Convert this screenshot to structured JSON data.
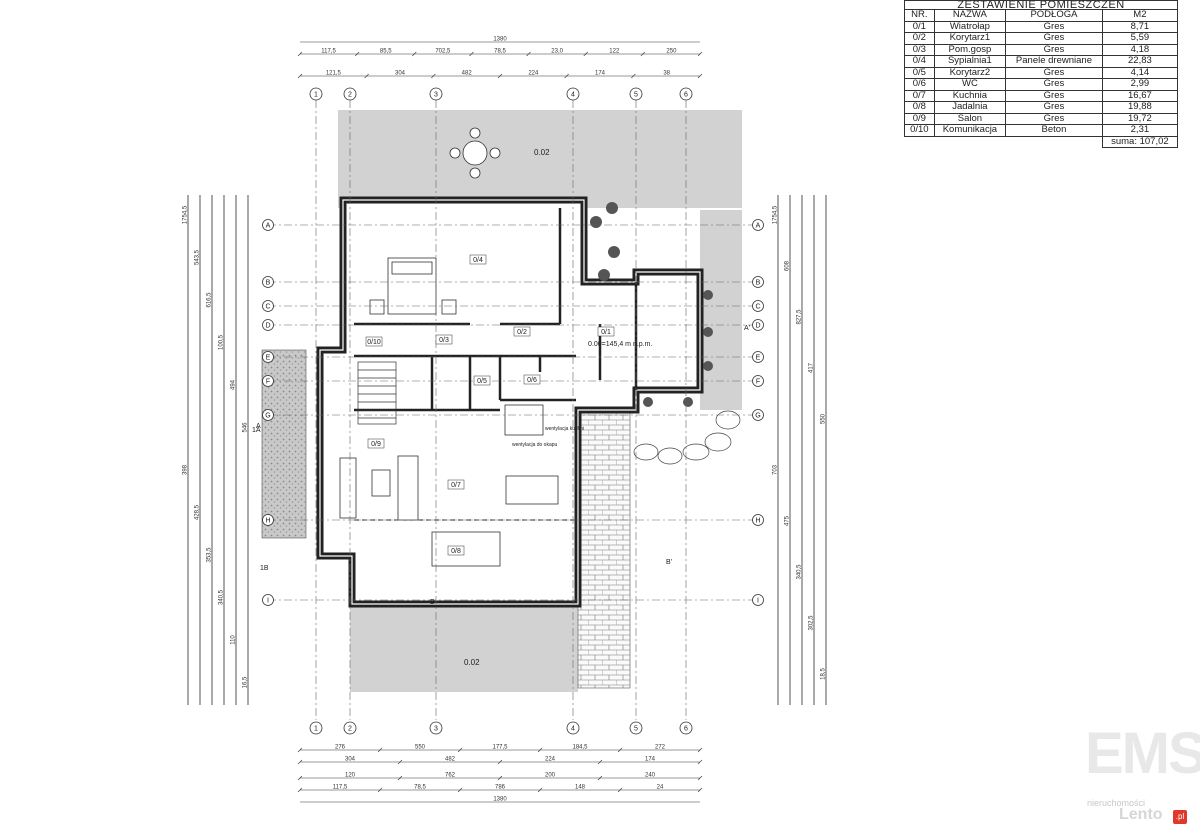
{
  "room_table": {
    "title": "ZESTAWIENIE POMIESZCZEŃ",
    "headers": [
      "NR.",
      "NAZWA",
      "PODŁOGA",
      "M2"
    ],
    "rows": [
      {
        "nr": "0/1",
        "name": "Wiatrołap",
        "floor": "Gres",
        "area": "8,71"
      },
      {
        "nr": "0/2",
        "name": "Korytarz1",
        "floor": "Gres",
        "area": "5,59"
      },
      {
        "nr": "0/3",
        "name": "Pom.gosp",
        "floor": "Gres",
        "area": "4,18"
      },
      {
        "nr": "0/4",
        "name": "Sypialnia1",
        "floor": "Panele drewniane",
        "area": "22,83"
      },
      {
        "nr": "0/5",
        "name": "Korytarz2",
        "floor": "Gres",
        "area": "4,14"
      },
      {
        "nr": "0/6",
        "name": "WC",
        "floor": "Gres",
        "area": "2,99"
      },
      {
        "nr": "0/7",
        "name": "Kuchnia",
        "floor": "Gres",
        "area": "16,67"
      },
      {
        "nr": "0/8",
        "name": "Jadalnia",
        "floor": "Gres",
        "area": "19,88"
      },
      {
        "nr": "0/9",
        "name": "Salon",
        "floor": "Gres",
        "area": "19,72"
      },
      {
        "nr": "0/10",
        "name": "Komunikacja",
        "floor": "Beton",
        "area": "2,31"
      }
    ],
    "sum_label": "suma: 107,02"
  },
  "plan": {
    "axes_vertical": [
      "1",
      "2",
      "3",
      "4",
      "5",
      "6"
    ],
    "axes_horizontal": [
      "A",
      "B",
      "C",
      "D",
      "E",
      "F",
      "G",
      "H",
      "I"
    ],
    "room_labels": [
      "0/1",
      "0/2",
      "0/3",
      "0/4",
      "0/5",
      "0/6",
      "0/7",
      "0/8",
      "0/9",
      "0/10"
    ],
    "slope_labels": [
      "0.02",
      "0.02"
    ],
    "level_label": "0.00=145,4 m n.p.m.",
    "notes": [
      "wentylacja kuchni",
      "wentylacja do okapu"
    ],
    "section_labels": [
      "A",
      "A'",
      "B",
      "B'",
      "1A",
      "1B"
    ],
    "dims_top": {
      "overall": "1380",
      "row1": [
        "117,5",
        "85,5",
        "702,5",
        "78,5",
        "23,0",
        "122",
        "250"
      ],
      "row2": [
        "121,5",
        "304",
        "482",
        "224",
        "174",
        "38"
      ]
    },
    "dims_bottom": {
      "row1": [
        "276",
        "550",
        "177,5",
        "184,5",
        "272"
      ],
      "row2": [
        "304",
        "482",
        "224",
        "174"
      ],
      "row3": [
        "120",
        "762",
        "200",
        "240"
      ],
      "row4": [
        "117,5",
        "78,5",
        "786",
        "148",
        "24"
      ],
      "overall": "1380"
    },
    "dims_left": [
      "1754,5",
      "543,5",
      "616,5",
      "100,5",
      "494",
      "546",
      "398",
      "428,5",
      "353,5",
      "340,5",
      "110",
      "16,5"
    ],
    "dims_right": [
      "1754,5",
      "608",
      "827,5",
      "417",
      "550",
      "703",
      "475",
      "340,5",
      "302,5",
      "18,5"
    ]
  },
  "logo": {
    "text": "EMS",
    "sub": "nieruchomości",
    "lento": "Lento",
    "pl": ".pl"
  }
}
